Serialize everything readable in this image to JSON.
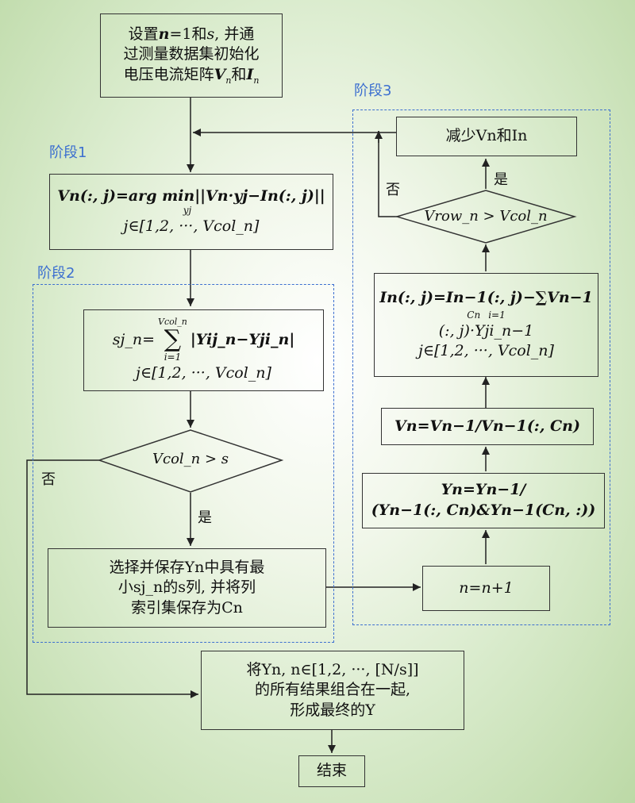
{
  "stages": {
    "stage1": "阶段1",
    "stage2": "阶段2",
    "stage3": "阶段3"
  },
  "edge_labels": {
    "no_left": "否",
    "yes_left": "是",
    "no_right": "否",
    "yes_right": "是"
  },
  "boxes": {
    "init": {
      "part1": "设置",
      "n": "n",
      "part2": "=1和",
      "s": "s",
      "part3": ", 并通",
      "line2": "过测量数据集初始化",
      "line3a": "电压电流矩阵",
      "V": "V",
      "sub_n": "n",
      "and": "和",
      "I": "I",
      "sub_n2": "n"
    },
    "stage1": {
      "formula": "Vn(:, j)=arg min||Vn·yj−In(:, j)||",
      "under": "yj",
      "range": "j∈[1,2, ···, Vcol_n]"
    },
    "stage2_sum": {
      "lhs": "sj_n=",
      "sum": "∑",
      "upper": "Vcol_n",
      "lower": "i=1",
      "rhs": "|Yij_n−Yji_n|",
      "range": "j∈[1,2, ···, Vcol_n]"
    },
    "diamond_left": {
      "text": "Vcol_n > s"
    },
    "select": {
      "line1": "选择并保存Yn中具有最",
      "line2": "小sj_n的s列, 并将列",
      "line3": "索引集保存为Cn"
    },
    "combine": {
      "line1": "将Yn, n∈[1,2, ···, [N/s]]",
      "line2": "的所有结果组合在一起,",
      "line3": "形成最终的Y"
    },
    "end": "结束",
    "reduce": "减少Vn和In",
    "diamond_right": {
      "text": "Vrow_n > Vcol_n"
    },
    "update_I": {
      "line1": "In(:, j)=In−1(:, j)−∑Vn−1",
      "upper": "Cn",
      "lower": "i=1",
      "line2": "(:, j)·Yji_n−1",
      "range": "j∈[1,2, ···, Vcol_n]"
    },
    "update_V": "Vn=Vn−1/Vn−1(:, Cn)",
    "update_Y": {
      "line1": "Yn=Yn−1/",
      "line2": "(Yn−1(:, Cn)&Yn−1(Cn, :))"
    },
    "increment": "n=n+1"
  }
}
